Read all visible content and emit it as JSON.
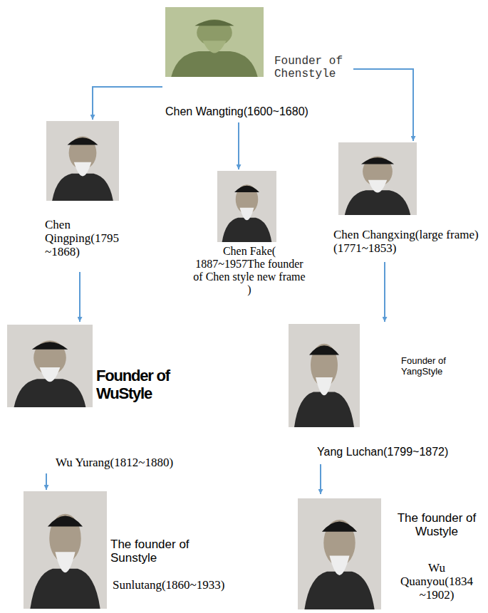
{
  "diagram": {
    "nodes": [
      {
        "text": [
          "Founder of Chenstyle",
          "Chen Wangting(1600~1680)"
        ]
      },
      {
        "text": [
          "Chen Qingping(1795 ~1868)"
        ]
      },
      {
        "text": [
          "Chen Fake( 1887~1957The founder of Chen style new frame )"
        ]
      },
      {
        "text": [
          "Chen Changxing(large frame)(1771~1853)"
        ]
      },
      {
        "text": [
          "Founder of WuStyle",
          "Wu Yurang(1812~1880)"
        ]
      },
      {
        "text": [
          "Founder of YangStyle",
          "Yang Luchan(1799~1872)"
        ]
      },
      {
        "text": [
          "The founder of Sunstyle",
          "Sunlutang(1860~1933)"
        ]
      },
      {
        "text": [
          "The founder of Wustyle",
          "Wu Quanyou(1834 ~1902)"
        ]
      }
    ],
    "edges": [
      {
        "from": 0,
        "to": 1,
        "arrow": "to"
      },
      {
        "from": 0,
        "to": 2,
        "arrow": "to"
      },
      {
        "from": 0,
        "to": 3,
        "arrow": "to"
      },
      {
        "from": 1,
        "to": 4,
        "arrow": "to"
      },
      {
        "from": 3,
        "to": 5,
        "arrow": "to"
      },
      {
        "from": 4,
        "to": 6,
        "arrow": "to"
      },
      {
        "from": 5,
        "to": 7,
        "arrow": "to"
      }
    ]
  }
}
